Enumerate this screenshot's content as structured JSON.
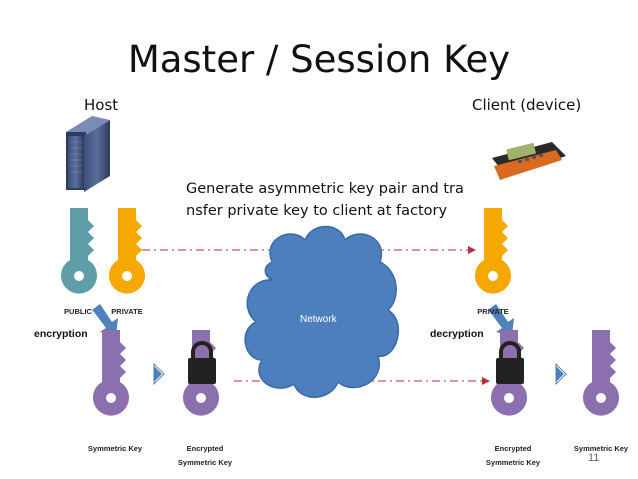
{
  "slide": {
    "title": "Master / Session Key",
    "page_number": "11"
  },
  "host": {
    "label": "Host"
  },
  "client": {
    "label": "Client (device)"
  },
  "note": {
    "line1": "Generate asymmetric key pair and tra",
    "line2": "nsfer private key to client at factory"
  },
  "network": {
    "label": "Network"
  },
  "keys": {
    "public_label": "PUBLIC",
    "private_label": "PRIVATE",
    "client_private_label": "PRIVATE"
  },
  "actions": {
    "encryption": "encryption",
    "decryption": "decryption"
  },
  "bottom_labels": {
    "host_symmetric": "Symmetric Key",
    "host_encrypted_1": "Encrypted",
    "host_encrypted_2": "Symmetric Key",
    "client_encrypted_1": "Encrypted",
    "client_encrypted_2": "Symmetric Key",
    "client_symmetric": "Symmetric Key"
  },
  "colors": {
    "public_key": "#5f9ea8",
    "private_key": "#f5a800",
    "symmetric_key": "#8b6fae",
    "cloud": "#4d7ebd",
    "dashed_line": "#b03040",
    "arrow": "#4f81bd",
    "padlock": "#222222"
  }
}
